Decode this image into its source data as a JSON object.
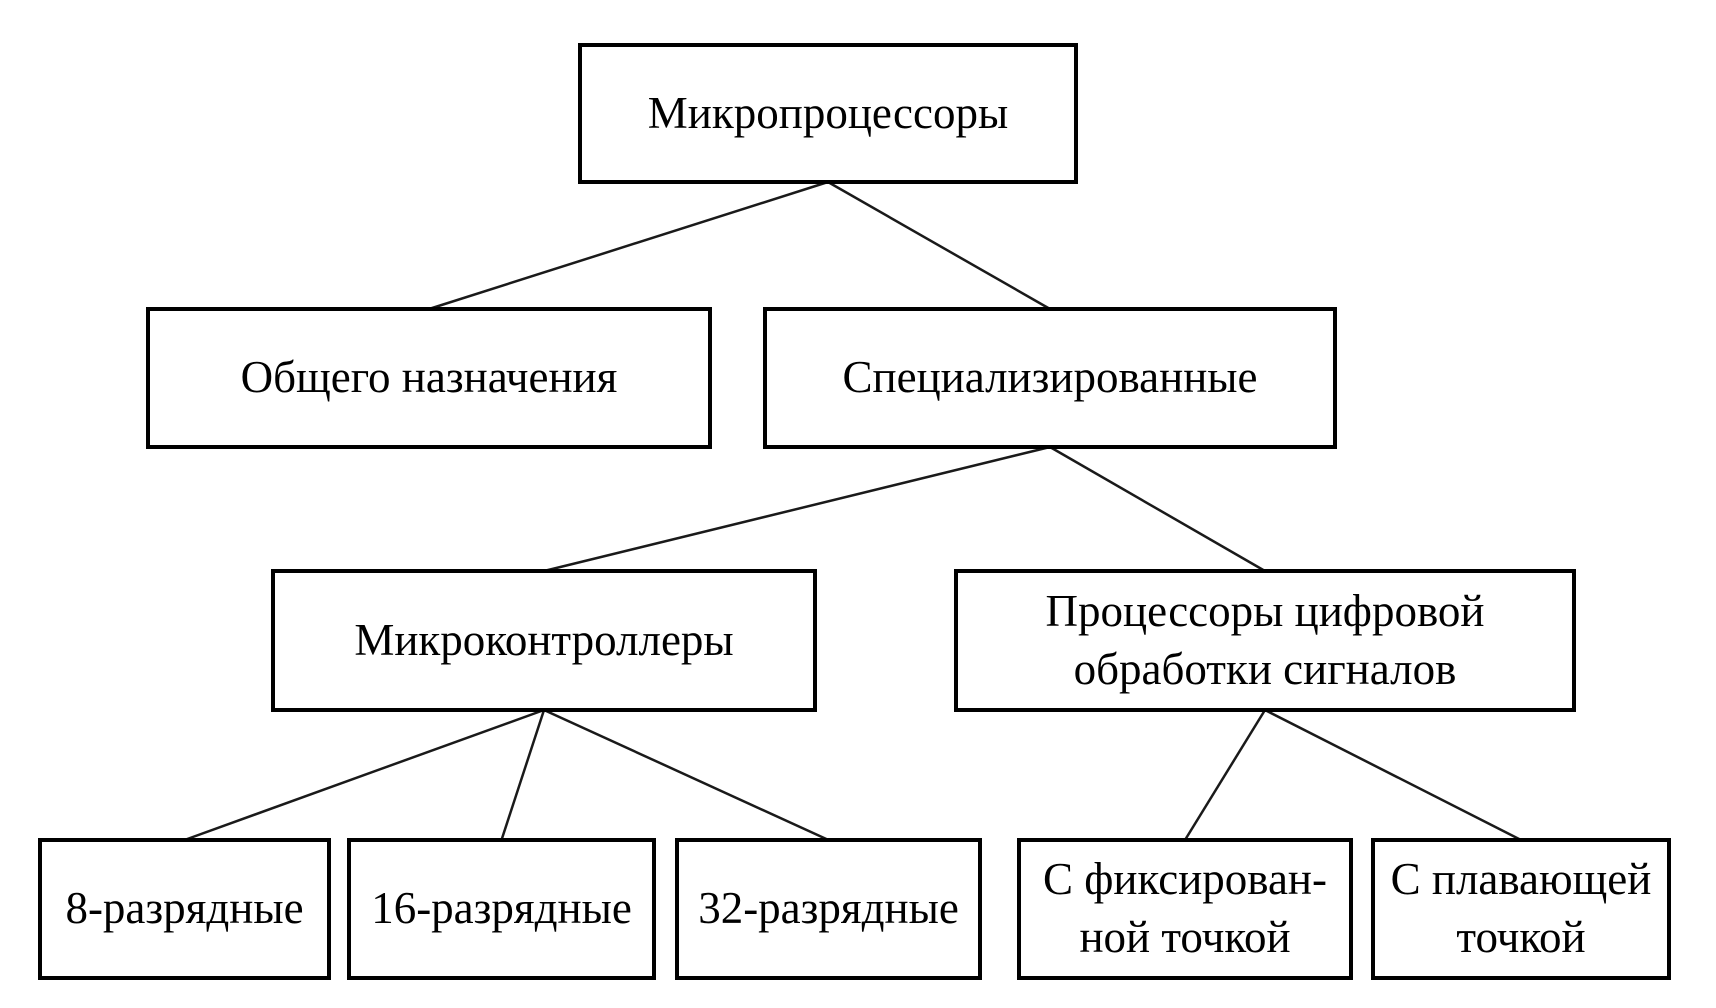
{
  "diagram": {
    "type": "tree",
    "nodes": [
      {
        "id": "root",
        "label": "Микропроцессоры"
      },
      {
        "id": "general",
        "label": "Общего назначения"
      },
      {
        "id": "specialized",
        "label": "Специализированные"
      },
      {
        "id": "mcu",
        "label": "Микроконтроллеры"
      },
      {
        "id": "dsp",
        "label": "Процессоры цифровой\nобработки сигналов"
      },
      {
        "id": "bit8",
        "label": "8-разрядные"
      },
      {
        "id": "bit16",
        "label": "16-разрядные"
      },
      {
        "id": "bit32",
        "label": "32-разрядные"
      },
      {
        "id": "fixed",
        "label": "С фиксирован-\nной точкой"
      },
      {
        "id": "float",
        "label": "С плавающей\nточкой"
      }
    ],
    "edges": [
      {
        "from": "root",
        "to": "general"
      },
      {
        "from": "root",
        "to": "specialized"
      },
      {
        "from": "specialized",
        "to": "mcu"
      },
      {
        "from": "specialized",
        "to": "dsp"
      },
      {
        "from": "mcu",
        "to": "bit8"
      },
      {
        "from": "mcu",
        "to": "bit16"
      },
      {
        "from": "mcu",
        "to": "bit32"
      },
      {
        "from": "dsp",
        "to": "fixed"
      },
      {
        "from": "dsp",
        "to": "float"
      }
    ],
    "colors": {
      "background": "#ffffff",
      "box_fill": "#ffffff",
      "box_border": "#000000",
      "line": "#1a1a1a",
      "text": "#000000"
    }
  }
}
